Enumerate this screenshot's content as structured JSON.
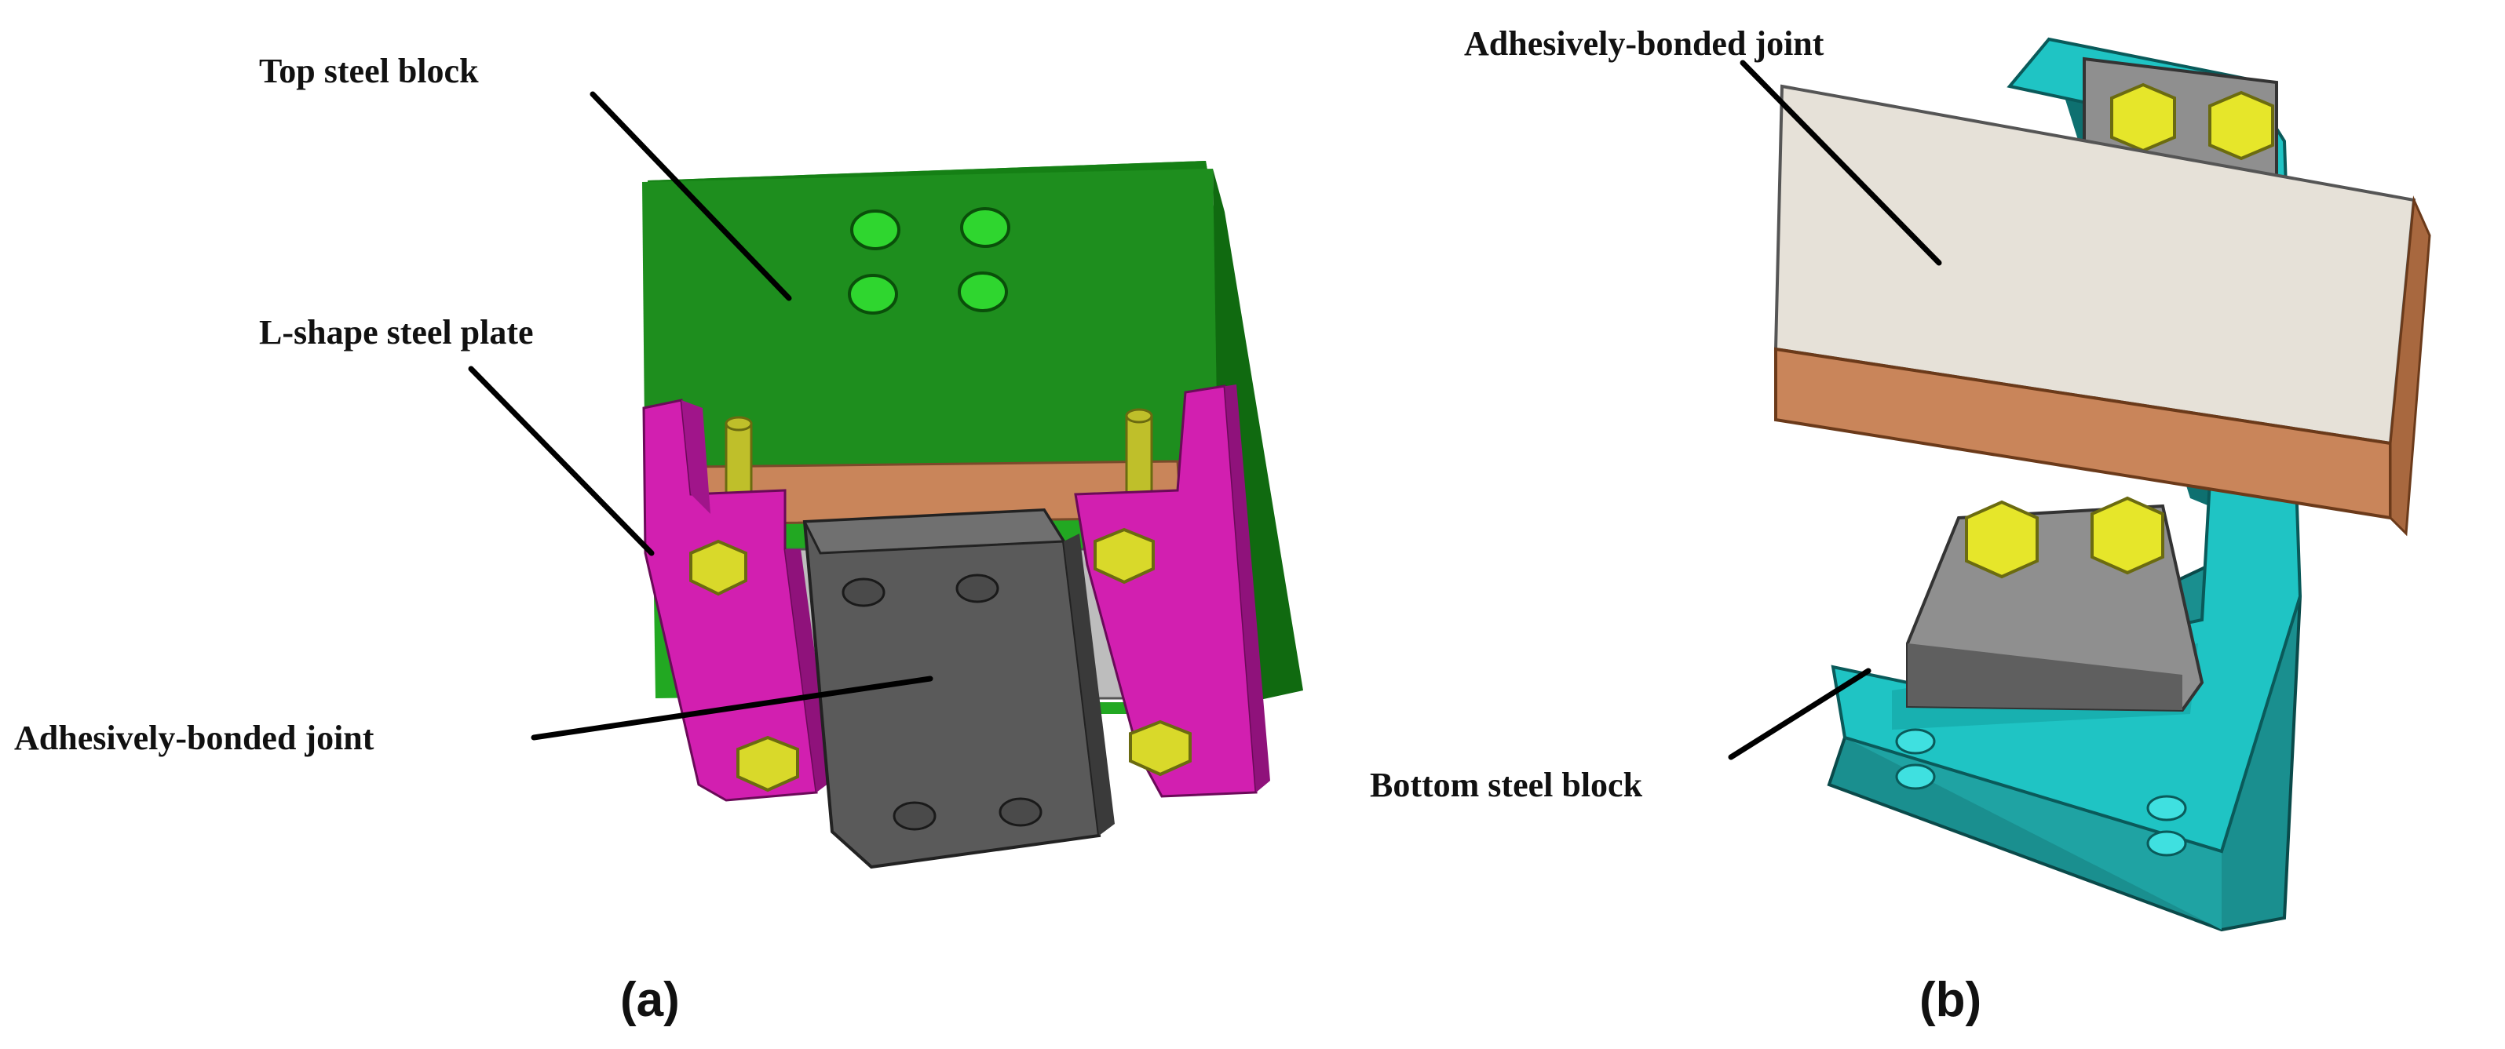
{
  "panel_a": {
    "label": "(a)",
    "callouts": {
      "top_block": "Top steel block",
      "l_plate": "L-shape steel plate",
      "joint": "Adhesively-bonded joint"
    }
  },
  "panel_b": {
    "label": "(b)",
    "callouts": {
      "joint": "Adhesively-bonded joint",
      "bottom_block": "Bottom steel block"
    }
  },
  "colors": {
    "top_block": "#1f8a1f",
    "l_plate": "#d61fb5",
    "bolt": "#d9d92a",
    "adherend_plate": "#5a5a5a",
    "adhesive_layer": "#c9855a",
    "bottom_block": "#1fc4c4",
    "joint_surface": "#e6e1d8"
  }
}
